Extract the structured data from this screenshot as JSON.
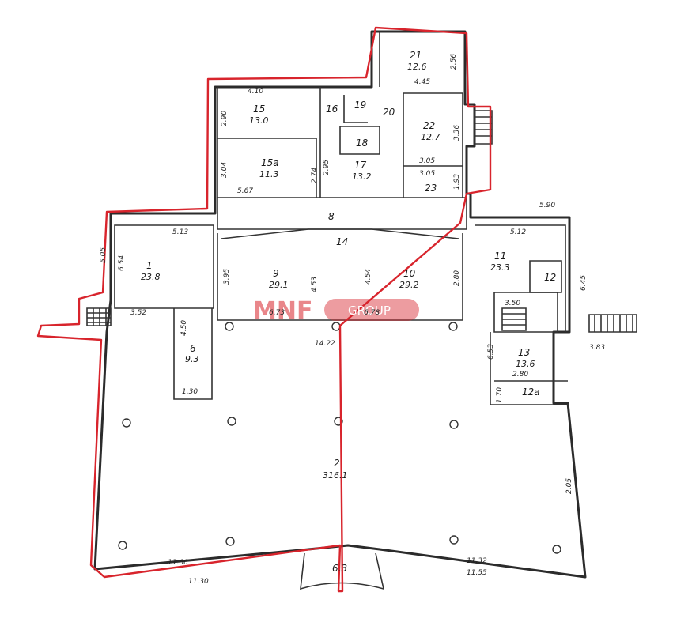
{
  "rooms": [
    {
      "id": "1",
      "number": "1",
      "area": "23.8"
    },
    {
      "id": "2",
      "number": "2",
      "area": "316.1"
    },
    {
      "id": "8",
      "number": "8",
      "area": ""
    },
    {
      "id": "6",
      "number": "6",
      "area": "9.3"
    },
    {
      "id": "9",
      "number": "9",
      "area": "29.1"
    },
    {
      "id": "10",
      "number": "10",
      "area": "29.2"
    },
    {
      "id": "11",
      "number": "11",
      "area": "23.3"
    },
    {
      "id": "12",
      "number": "12",
      "area": ""
    },
    {
      "id": "12a",
      "number": "12a",
      "area": ""
    },
    {
      "id": "13",
      "number": "13",
      "area": "13.6"
    },
    {
      "id": "14",
      "number": "14",
      "area": ""
    },
    {
      "id": "15",
      "number": "15",
      "area": "13.0"
    },
    {
      "id": "15a",
      "number": "15a",
      "area": "11.3"
    },
    {
      "id": "16",
      "number": "16",
      "area": ""
    },
    {
      "id": "17",
      "number": "17",
      "area": "13.2"
    },
    {
      "id": "18",
      "number": "18",
      "area": ""
    },
    {
      "id": "19",
      "number": "19",
      "area": ""
    },
    {
      "id": "20",
      "number": "20",
      "area": ""
    },
    {
      "id": "21",
      "number": "21",
      "area": "12.6"
    },
    {
      "id": "22",
      "number": "22",
      "area": "12.7"
    },
    {
      "id": "23",
      "number": "23",
      "area": ""
    },
    {
      "id": "6.3",
      "number": "6.3",
      "area": ""
    }
  ],
  "dimensions": [
    "4.45",
    "2.56",
    "4.10",
    "2.90",
    "5.67",
    "3.04",
    "2.74",
    "2.95",
    "3.05",
    "3.05",
    "1.93",
    "3.36",
    "5.90",
    "5.13",
    "5.12",
    "5.05",
    "6.54",
    "3.95",
    "4.53",
    "6.73",
    "4.54",
    "6.78",
    "2.80",
    "3.50",
    "6.45",
    "3.52",
    "4.50",
    "1.30",
    "14.22",
    "6.53",
    "2.80",
    "1.70",
    "3.83",
    "2.05",
    "11.66",
    "11.30",
    "11.32",
    "11.55"
  ],
  "watermark": {
    "brand": "MNF",
    "suffix": "GROUP"
  },
  "colors": {
    "outline": "#d8242c",
    "walls": "#2b2b2b"
  }
}
